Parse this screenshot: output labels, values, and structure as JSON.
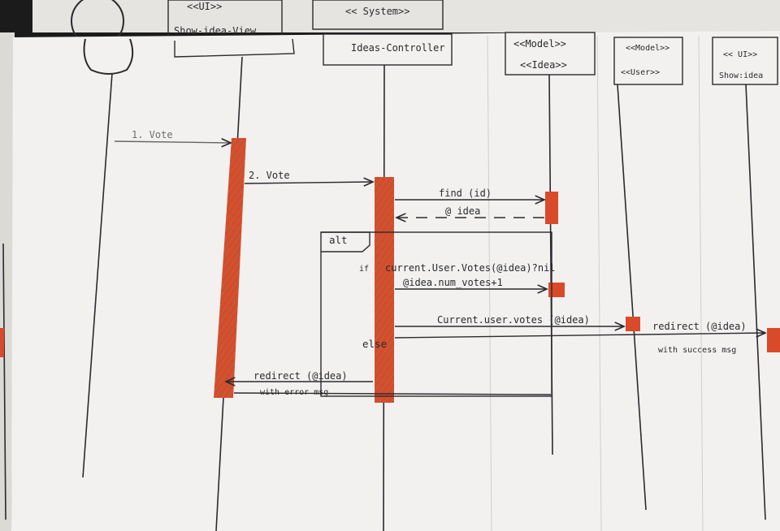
{
  "diagram": {
    "type": "sequence-diagram-hand-drawn",
    "colors": {
      "paper": "#f2f1ef",
      "paper_back": "#e6e4e0",
      "ink": "#2a2a30",
      "pencil": "#8a8a8a",
      "activation": "#d94a2a",
      "activation_hatch": "#7a8a5a"
    },
    "back_sheet": {
      "boxes": [
        {
          "stereotype": "<<UI>>",
          "name": "Show-idea-View"
        },
        {
          "stereotype": "<< System>>",
          "name": ""
        }
      ]
    },
    "actor": {
      "icon": "actor-stick-figure-icon"
    },
    "lifelines": [
      {
        "stereotype": "",
        "name": "Ideas-Controller"
      },
      {
        "stereotype": "<<Model>>",
        "name": "<<Idea>>"
      },
      {
        "stereotype": "<<Model>>",
        "name": "<<User>>"
      },
      {
        "stereotype": "<< UI>>",
        "name": "Show:idea"
      }
    ],
    "messages": [
      {
        "label": "1. Vote"
      },
      {
        "label": "2. Vote"
      },
      {
        "label": "find (id)"
      },
      {
        "label": "@ idea"
      },
      {
        "label": "current.User.Votes(@idea)?nil"
      },
      {
        "label": "@idea.num_votes+1"
      },
      {
        "label": "Current.user.votes (@idea)"
      },
      {
        "label": "redirect (@idea)"
      },
      {
        "label": "with success msg"
      },
      {
        "label": "redirect (@idea)"
      },
      {
        "label": "with error msg"
      }
    ],
    "fragment": {
      "operator": "alt",
      "guard_prefix": "if",
      "else_label": "else"
    }
  }
}
